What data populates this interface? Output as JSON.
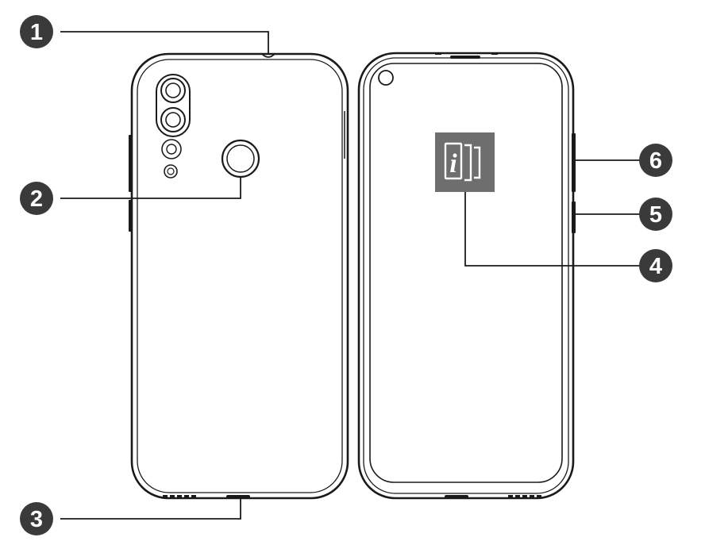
{
  "figure": {
    "callouts": [
      {
        "number": "1"
      },
      {
        "number": "2"
      },
      {
        "number": "3"
      },
      {
        "number": "4"
      },
      {
        "number": "5"
      },
      {
        "number": "6"
      }
    ],
    "manual_icon": {
      "glyph": "i",
      "icon_name": "user-guide-icon",
      "fill_color": "#6e6e6e"
    },
    "colors": {
      "line": "#1a1a1a",
      "marker_fill": "#3a3a3a",
      "background": "#ffffff"
    }
  }
}
